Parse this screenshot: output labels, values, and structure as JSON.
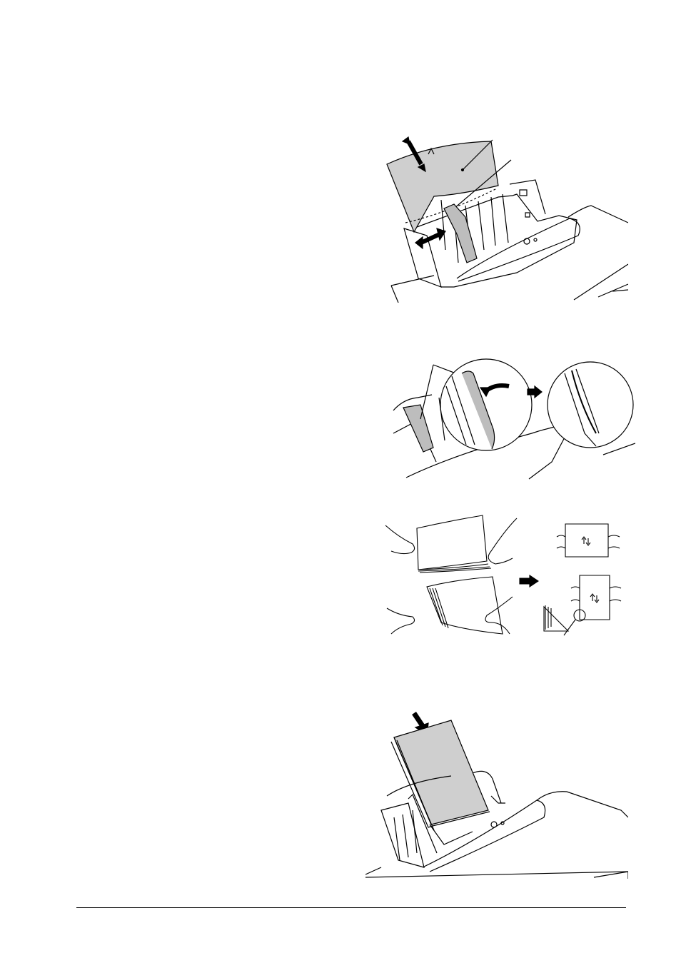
{
  "page": {
    "figures": [
      {
        "name": "paper-support-extend",
        "description_hidden": true
      },
      {
        "name": "paper-guide-lever",
        "description_hidden": true
      },
      {
        "name": "fan-and-align-paper",
        "description_hidden": true
      },
      {
        "name": "load-paper-stack",
        "description_hidden": true
      }
    ]
  },
  "colors": {
    "paper_fill": "#cfcfcf",
    "line": "#000000",
    "background": "#ffffff"
  },
  "icons": [
    "double-arrow-icon",
    "arrow-right-icon",
    "arrow-down-icon",
    "up-down-arrows-icon"
  ]
}
